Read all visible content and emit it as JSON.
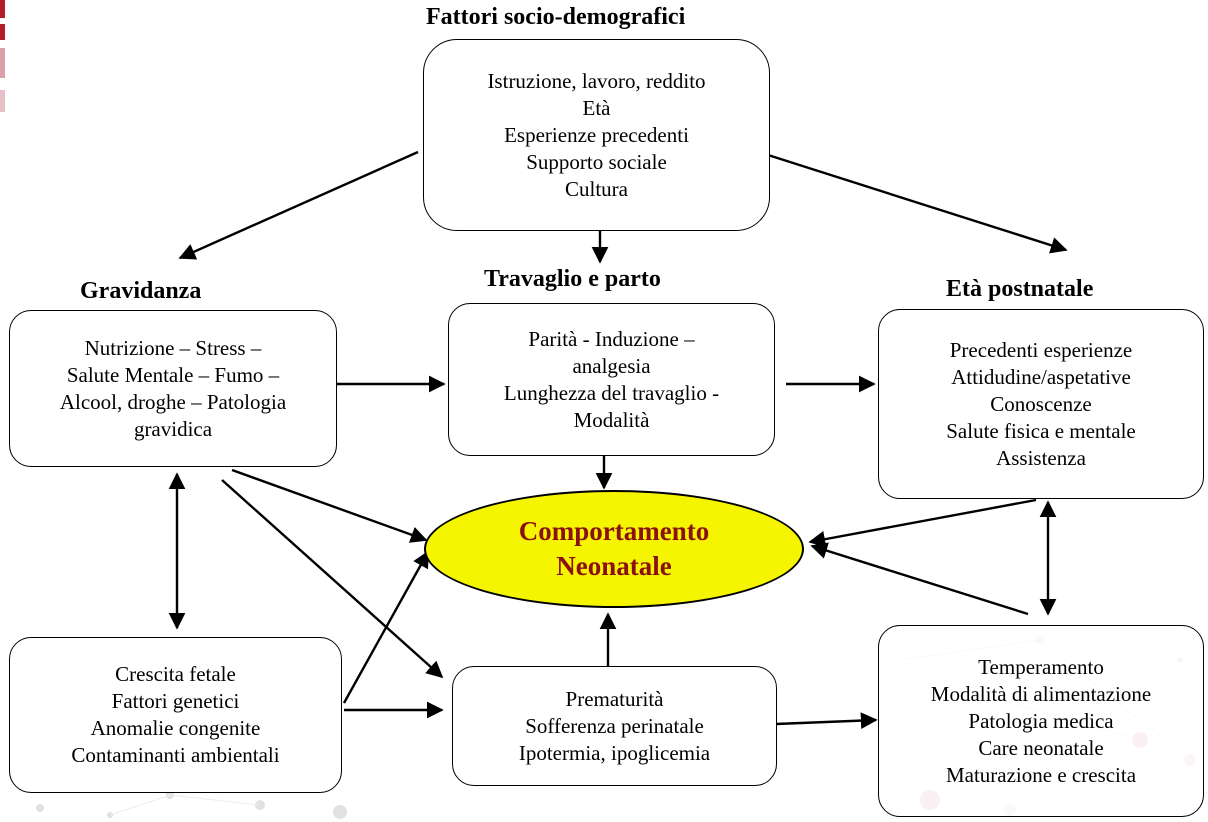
{
  "colors": {
    "ellipse_fill": "#f5f500",
    "ellipse_text": "#8b1010",
    "stroke": "#000000",
    "accent_dots": "#c44d6b"
  },
  "headers": {
    "socio": "Fattori socio-demografici",
    "gravidanza": "Gravidanza",
    "travaglio": "Travaglio e parto",
    "postnatale": "Età postnatale"
  },
  "boxes": {
    "socio": [
      "Istruzione, lavoro, reddito",
      "Età",
      "Esperienze precedenti",
      "Supporto sociale",
      "Cultura"
    ],
    "gravidanza": [
      "Nutrizione – Stress –",
      "Salute Mentale – Fumo –",
      "Alcool, droghe – Patologia",
      "gravidica"
    ],
    "travaglio": [
      "Parità - Induzione –",
      "analgesia",
      "Lunghezza del travaglio -",
      "Modalità"
    ],
    "postnatale": [
      "Precedenti esperienze",
      "Attidudine/aspetative",
      "Conoscenze",
      "Salute fisica e mentale",
      "Assistenza"
    ],
    "fetale": [
      "Crescita fetale",
      "Fattori genetici",
      "Anomalie congenite",
      "Contaminanti ambientali"
    ],
    "perinatale": [
      "Prematurità",
      "Sofferenza perinatale",
      "Ipotermia, ipoglicemia"
    ],
    "neonatale": [
      "Temperamento",
      "Modalità di alimentazione",
      "Patologia medica",
      "Care neonatale",
      "Maturazione e crescita"
    ]
  },
  "center": [
    "Comportamento",
    "Neonatale"
  ]
}
